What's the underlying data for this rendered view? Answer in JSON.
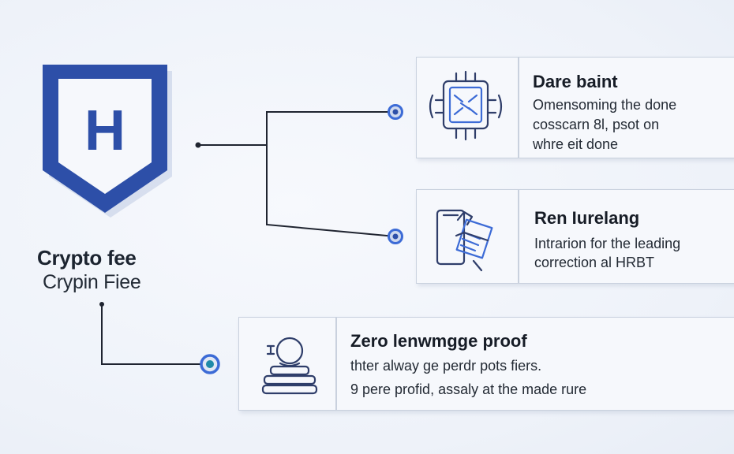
{
  "brand": {
    "shield_letter": "H",
    "title": "Crypto fee",
    "subtitle": "Crypin Fiee"
  },
  "cards": [
    {
      "title": "Dare baint",
      "lines": [
        "Omensoming the done",
        "cosscarn 8l, psot on",
        "whre eit done"
      ],
      "icon": "circuit-chip-icon"
    },
    {
      "title": "Ren Iurelang",
      "lines": [
        "Intrarion for the leading",
        "correction al HRBT"
      ],
      "icon": "phone-document-icon"
    },
    {
      "title": "Zero lenwmgge proof",
      "lines": [
        "thter alway ge perdr pots fiers.",
        "9 pere profid, assaly at the made rure"
      ],
      "icon": "database-stack-icon"
    }
  ],
  "colors": {
    "brand_blue": "#2d4fa8",
    "node_blue": "#3c6bd6",
    "line": "#1f2430"
  }
}
